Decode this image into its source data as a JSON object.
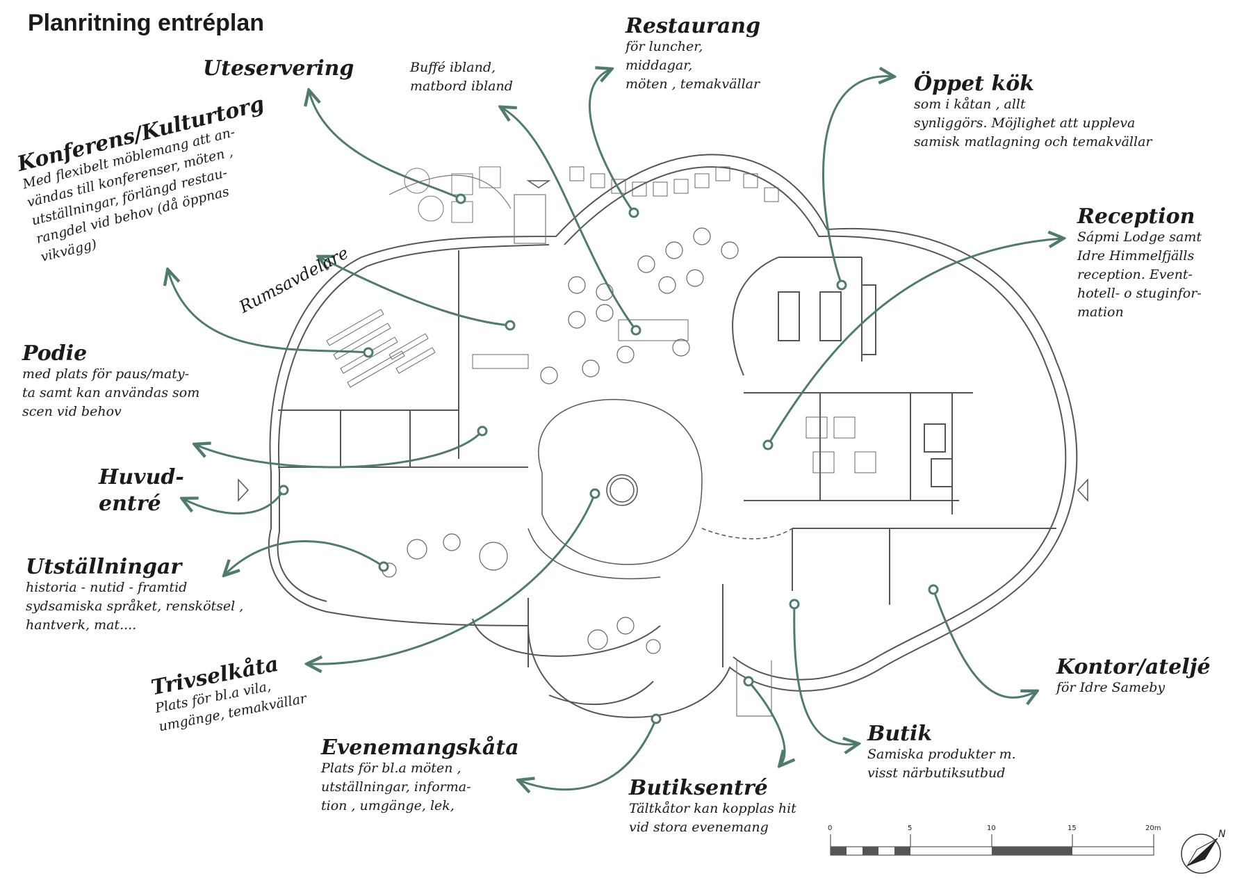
{
  "title": "Planritning entréplan",
  "colors": {
    "leader": "#4f7a70",
    "wall": "#555555",
    "text": "#1a1a1a"
  },
  "labels": {
    "uteservering": {
      "heading": "Uteservering",
      "text": ""
    },
    "buffe": {
      "heading": "",
      "text": "Buffé ibland,\nmatbord ibland"
    },
    "restaurang": {
      "heading": "Restaurang",
      "text": "för luncher,\nmiddagar,\nmöten , temakvällar"
    },
    "oppet_kok": {
      "heading": "Öppet kök",
      "text": "som i kåtan , allt\nsynliggörs. Möjlighet att uppleva\nsamisk matlagning och temakvällar"
    },
    "konferens": {
      "heading": "Konferens/Kulturtorg",
      "text": "Med flexibelt möblemang att an-\nvändas till konferenser, möten ,\nutställningar, förlängd restau-\nrangdel vid behov (då öppnas\nvikvägg)"
    },
    "rumsavdelare": {
      "heading": "Rumsavdelare",
      "text": ""
    },
    "reception": {
      "heading": "Reception",
      "text": "Sápmi Lodge samt\nIdre Himmelfjälls\nreception. Event-\nhotell- o stuginfor-\nmation"
    },
    "podie": {
      "heading": "Podie",
      "text": "med plats för paus/maty-\nta samt kan användas som\nscen vid behov"
    },
    "huvudentre": {
      "heading": "Huvud-\nentré",
      "text": ""
    },
    "utstallningar": {
      "heading": "Utställningar",
      "text": "historia - nutid - framtid\nsydsamiska språket, renskötsel ,\nhantverk, mat...."
    },
    "trivselkata": {
      "heading": "Trivselkåta",
      "text": "Plats för bl.a vila,\numgänge, temakvällar"
    },
    "kontor": {
      "heading": "Kontor/ateljé",
      "text": "för Idre Sameby"
    },
    "butik": {
      "heading": "Butik",
      "text": "Samiska produkter m.\nvisst närbutiksutbud"
    },
    "evenemangskata": {
      "heading": "Evenemangskåta",
      "text": "Plats för bl.a möten ,\nutställningar, informa-\ntion , umgänge, lek,"
    },
    "butiksentre": {
      "heading": "Butiksentré",
      "text": "Tältkåtor kan kopplas hit\nvid stora evenemang"
    }
  },
  "scale_bar": {
    "ticks": [
      "0",
      "5",
      "10",
      "15",
      "20m"
    ]
  },
  "north": {
    "label": "N",
    "icon": "north-arrow-icon"
  }
}
